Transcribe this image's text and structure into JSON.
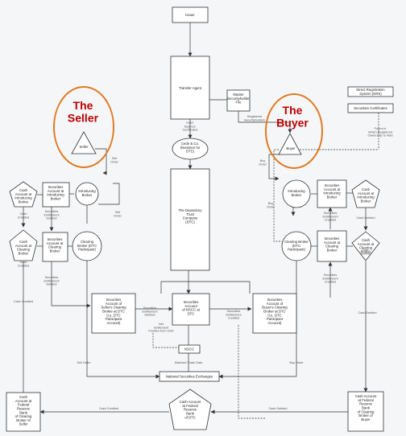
{
  "highlights": {
    "seller": "The\nSeller",
    "buyer": "The\nBuyer"
  },
  "nodes": {
    "issuer": "Issuer",
    "transfer_agent": "Transfer Agent",
    "master_file": "Master\nSecurityholder\nFile",
    "drs": "Direct Registration\nSystem (DRS)",
    "sec_certificates": "Securities Certificates",
    "forms_note": "Forms in\nWhich Registered\nOwnership Is Held",
    "cede": "Cede & Co.\n(Nominee for\nDTC)",
    "seller": "Seller",
    "buyer": "Buyer",
    "dtc": "The Depository\nTrust\nCompany\n(DTC)",
    "intro_broker_left": "Introducing\nBroker",
    "intro_broker_right": "Introducing\nBroker",
    "sec_acct_intro_left": "Securities\nAccount at\nIntroducing\nBroker",
    "sec_acct_intro_right": "Securities\nAccount at\nIntroducing\nBroker",
    "cash_acct_intro_left": "Cash\nAccount at\nIntroducing\nBroker",
    "cash_acct_intro_right": "Cash\nAccount at\nIntroducing\nBroker",
    "cash_acct_clear_left": "Cash\nAccount at\nClearing\nBroker",
    "cash_acct_clear_right": "Cash\nAccount at\nClearing\nBroker",
    "sec_acct_clear_left": "Securities\nAccount at\nClearing\nBroker",
    "sec_acct_clear_right": "Securities\nAccount at\nClearing\nBroker",
    "clearing_broker_left": "Clearing\nBroker (DTC\nParticipant)",
    "clearing_broker_right": "Clearing Broker\n(DTC\nParticipant)",
    "seller_clearing_acct": "Securities\nAccount of\nSeller's Clearing\nBroker at DTC\n(i.e. DTC\nParticipant\nAccount)",
    "nscc_acct": "Securities\nAccount\nof NSCC at\nDTC",
    "buyer_clearing_acct": "Securities\nAccount of\nBuyer's Clearing\nBroker at DTC\n(i.e. DTC\nParticipant\nAccount)",
    "nscc": "NSCC",
    "exchanges": "National Securities Exchanges",
    "fed_seller": "Cash\nAccount at\nFederal\nReserve\nBank\nof Clearing\nBroker of\nSeller",
    "fed_dtc": "Cash Account\nat Federal\nReserve\nBank\nof DTC",
    "fed_buyer": "Cash Account\nat Federal\nReserve\nBank\nof Clearing\nBroker of\nBuyer"
  },
  "labels": {
    "fast": "FAST\nBalance\nCertificates",
    "registered": "Registered\nSecurityholders",
    "sell_order_1": "Sell\nOrder",
    "sell_order_2": "Sell\nOrder",
    "buy_order_1": "Buy\nOrder",
    "buy_order_2": "Buy\nOrder",
    "cash_credited_1": "Cash\nCredited",
    "cash_credited_2": "Cash\nCredited",
    "cash_credited_3": "Cash Credited",
    "cash_credited_4": "Cash Credited",
    "cash_debited_1": "Cash Debited",
    "cash_debited_2": "Cash\nDebited",
    "cash_debited_3": "Cash Debited",
    "cash_debited_4": "Cash Debited",
    "sec_ent_debited_1": "Securities\nEntitlement\nDebited",
    "sec_ent_debited_2": "Securities\nEntitlement\nDebited",
    "sec_ent_debited_3": "Securities\nEntitlement\nDebited",
    "sec_ent_credited_1": "Securities\nEntitlement\nCredited",
    "sec_ent_credited_2": "Securities\nEntitlement\nCredited",
    "sec_ent_credited_3": "Securities\nEntitlement\nCredited",
    "net_settlement": "Net\nSettlement\nPosition from CNS",
    "matched_trade": "Matched Trade Data",
    "sell_order_bottom": "Sell Order",
    "buy_order_bottom": "Buy Order"
  },
  "colors": {
    "highlight_ring": "#e07b22",
    "highlight_text": "#c00000"
  }
}
